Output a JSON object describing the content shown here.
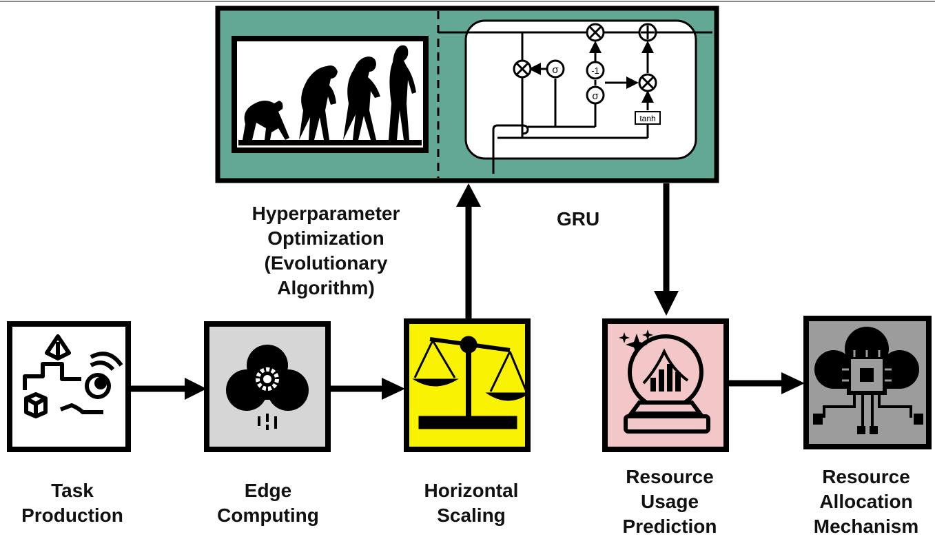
{
  "colors": {
    "teal": "#63a795",
    "yellow": "#f9f200",
    "pink": "#f3c7c7",
    "light_gray": "#d6d6d6",
    "mid_gray": "#9c9c9c",
    "stroke": "#000000"
  },
  "top_panel": {
    "icons": [
      "human-evolution-icon",
      "gru-cell-diagram"
    ],
    "gru_cell": {
      "ops": [
        "⊗",
        "⊕",
        "σ",
        "-1",
        "tanh"
      ]
    }
  },
  "labels": {
    "hyperparameter": "Hyperparameter\nOptimization\n(Evolutionary\nAlgorithm)",
    "gru": "GRU"
  },
  "stages": [
    {
      "id": "task",
      "label": "Task\nProduction",
      "icon": "iot-shapes-icon"
    },
    {
      "id": "edge",
      "label": "Edge\nComputing",
      "icon": "cloud-gear-icon"
    },
    {
      "id": "scaling",
      "label": "Horizontal\nScaling",
      "icon": "balance-scale-icon"
    },
    {
      "id": "prediction",
      "label": "Resource\nUsage\nPrediction",
      "icon": "crystal-ball-chart-icon"
    },
    {
      "id": "allocation",
      "label": "Resource\nAllocation\nMechanism",
      "icon": "cloud-chip-icon"
    }
  ]
}
